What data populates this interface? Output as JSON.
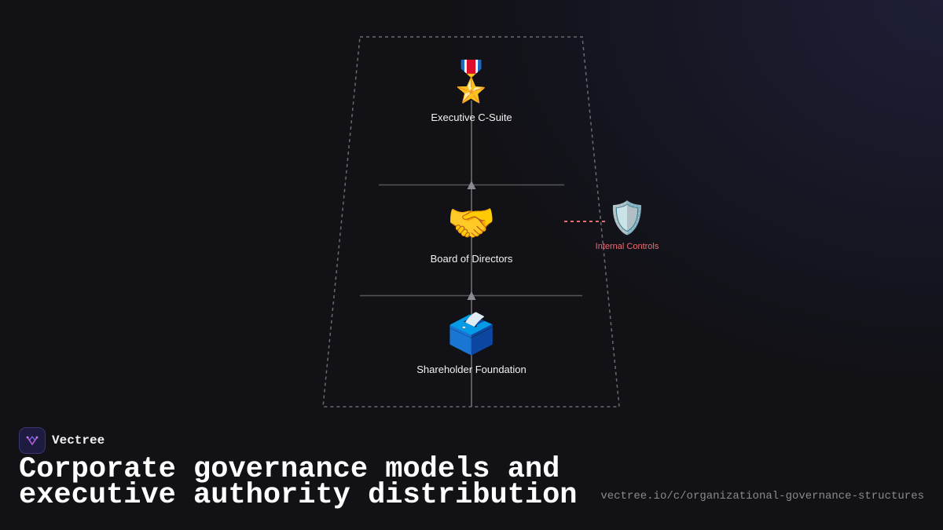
{
  "diagram": {
    "levels": [
      {
        "id": "executive",
        "label": "Executive C-Suite",
        "icon": "military-medal-icon",
        "glyph": "🎖️"
      },
      {
        "id": "board",
        "label": "Board of Directors",
        "icon": "handshake-icon",
        "glyph": "🤝"
      },
      {
        "id": "shareholders",
        "label": "Shareholder Foundation",
        "icon": "ballot-box-icon",
        "glyph": "🗳️"
      }
    ],
    "side_node": {
      "label": "Internal Controls",
      "icon": "shield-icon",
      "glyph": "🛡️",
      "connects_to": "board",
      "color": "#ef6b73"
    },
    "colors": {
      "background": "#111116",
      "outline": "#6a6a70",
      "connector": "#8a8a90",
      "side_link": "#ef6b73",
      "label": "#f2f2f2"
    }
  },
  "footer": {
    "brand_name": "Vectree",
    "brand_icon": "vectree-logo-icon",
    "headline": "Corporate governance models and executive authority distribution",
    "url": "vectree.io/c/organizational-governance-structures"
  }
}
